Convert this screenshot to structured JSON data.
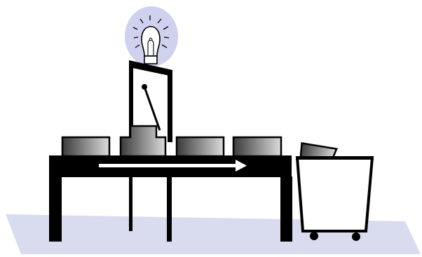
{
  "scene": {
    "floor_color": "#d9dcef",
    "bulb_glow_color": "#cfd1ee",
    "ink_color": "#000000",
    "box_gradient_dark": "#3a3a3a",
    "box_gradient_light": "#dcdcdc",
    "arrow_color": "#ffffff",
    "bin_fill": "#ffffff"
  },
  "icons": {
    "bulb": "light-bulb-icon",
    "arrow": "right-arrow-icon",
    "bin": "wheeled-bin-icon"
  },
  "conveyor": {
    "box_count_on_belt": 4,
    "box_count_in_bin": 1,
    "direction": "right"
  }
}
